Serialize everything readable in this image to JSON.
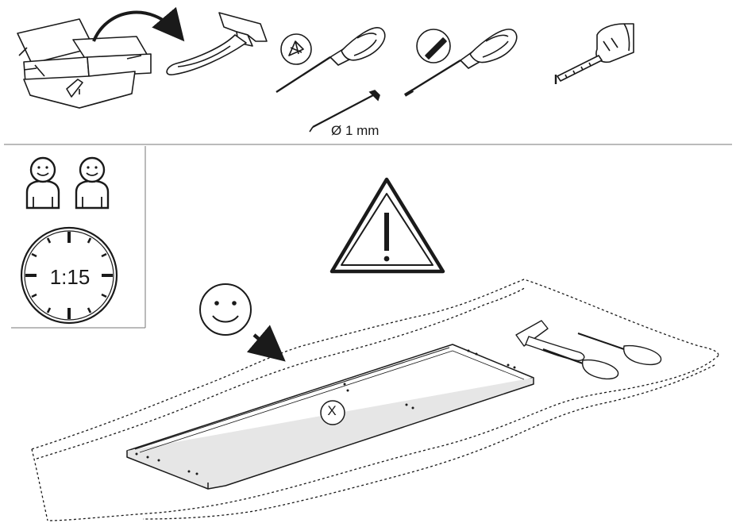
{
  "tools_row": {
    "drill_bit_label": "Ø 1 mm",
    "items": [
      "toolbox-icon",
      "hammer-icon",
      "phillips-screwdriver-icon",
      "nail-icon",
      "flathead-screwdriver-icon",
      "tape-measure-icon"
    ]
  },
  "info_box": {
    "persons": 2,
    "person_icon": "person-icon",
    "clock_icon": "clock-icon",
    "assembly_time": "1:15"
  },
  "warning": {
    "icon": "warning-triangle-icon",
    "symbol": "!"
  },
  "workspace": {
    "smiley_icon": "smiley-icon",
    "panel_mark": "X",
    "tools_on_blanket": [
      "hammer-icon",
      "phillips-screwdriver-icon",
      "flathead-screwdriver-icon"
    ]
  },
  "colors": {
    "line": "#1a1a1a",
    "fill": "#ffffff",
    "shade": "#e6e6e6"
  }
}
